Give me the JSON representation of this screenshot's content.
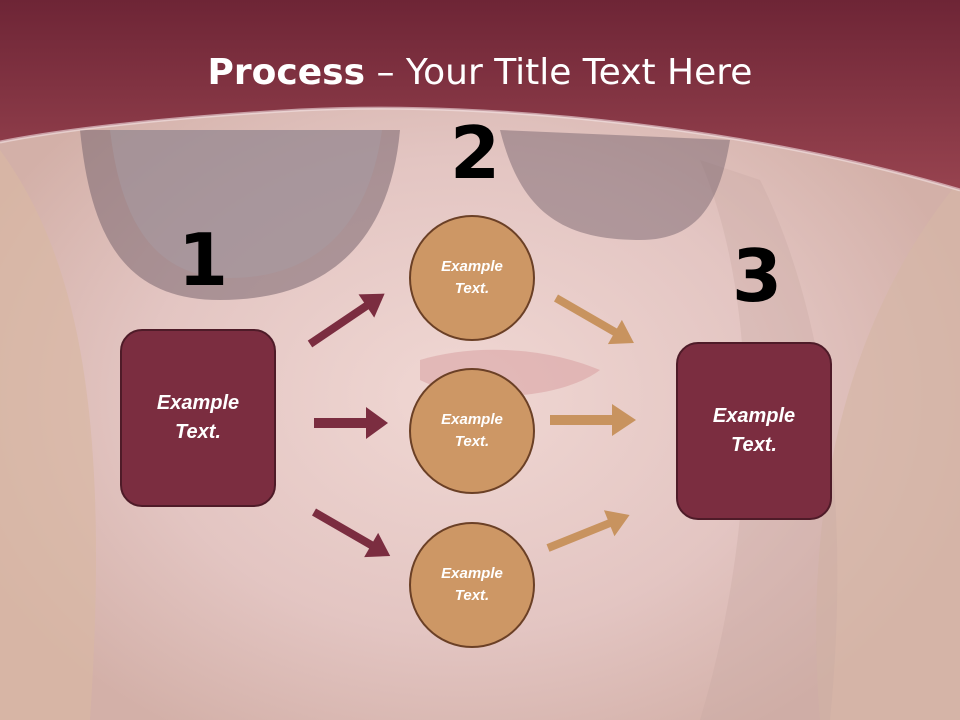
{
  "title": {
    "bold": "Process",
    "rest": " – Your Title Text Here"
  },
  "steps": {
    "n1": "1",
    "n2": "2",
    "n3": "3"
  },
  "left_box": {
    "text": "Example\nText."
  },
  "right_box": {
    "text": "Example\nText."
  },
  "circles": [
    {
      "text": "Example\nText."
    },
    {
      "text": "Example\nText."
    },
    {
      "text": "Example\nText."
    }
  ],
  "colors": {
    "header": "#8a3a4c",
    "box": "#7b2d40",
    "circle": "#cd9765",
    "arrow_left": "#7b2d40",
    "arrow_right": "#c8935f"
  }
}
